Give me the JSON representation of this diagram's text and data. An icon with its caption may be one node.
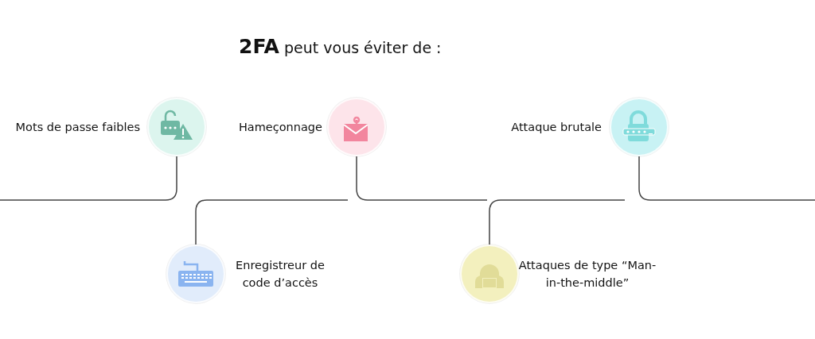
{
  "diagram": {
    "title": "**2FA** peut vous éviter de :",
    "nodes": [
      {
        "text": [],
        "shape": "circle",
        "beside": [
          "Mots de passe faibles"
        ]
      },
      {
        "text": [],
        "shape": "circle",
        "beside": [
          "Hameçonnage"
        ]
      },
      {
        "text": [],
        "shape": "circle",
        "beside": [
          "Attaque brutale"
        ]
      },
      {
        "text": [],
        "shape": "circle",
        "beside": [
          "Enregistreur de code d’accès"
        ]
      },
      {
        "text": [],
        "shape": "circle",
        "beside": [
          "Attaques de type “Man-in-the-middle”"
        ]
      }
    ],
    "edges": [
      {
        "from": null,
        "to": 0,
        "arrow": "none"
      },
      {
        "from": 3,
        "to": null,
        "arrow": "none"
      },
      {
        "from": 1,
        "to": null,
        "arrow": "none"
      },
      {
        "from": 4,
        "to": null,
        "arrow": "none"
      },
      {
        "from": 2,
        "to": null,
        "arrow": "none"
      }
    ]
  }
}
